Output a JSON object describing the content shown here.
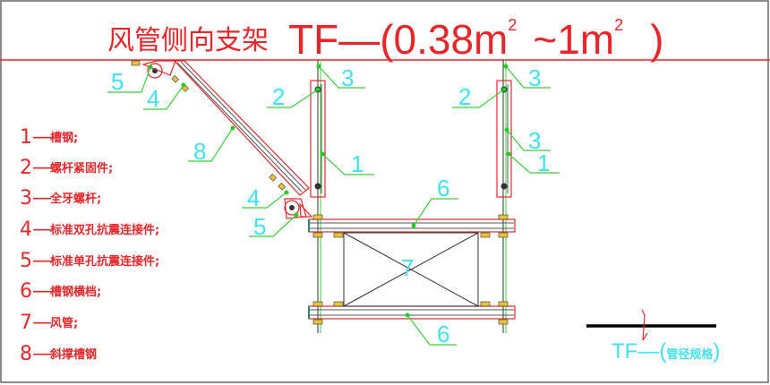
{
  "title": {
    "name": "风管侧向支架",
    "spec": "TF—(0.38m",
    "sup1": "2",
    "range": "~1m",
    "sup2": "2",
    "close": ")"
  },
  "legend": [
    {
      "num": "1—",
      "text": "槽钢;"
    },
    {
      "num": "2—",
      "text": "螺杆紧固件;"
    },
    {
      "num": "3—",
      "text": "全牙螺杆;"
    },
    {
      "num": "4—",
      "text": "标准双孔抗震连接件;"
    },
    {
      "num": "5—",
      "text": "标准单孔抗震连接件;"
    },
    {
      "num": "6—",
      "text": "槽钢横档;"
    },
    {
      "num": "7—",
      "text": "风管;"
    },
    {
      "num": "8—",
      "text": "斜撑槽钢"
    }
  ],
  "callouts": {
    "c5a": "5",
    "c4a": "4",
    "c8": "8",
    "c4b": "4",
    "c5b": "5",
    "c2l": "2",
    "c3l": "3",
    "c1l": "1",
    "c2r": "2",
    "c3r": "3",
    "c3r2": "3",
    "c1r": "1",
    "c6t": "6",
    "c7": "7",
    "c6b": "6"
  },
  "section_mark": {
    "prefix": "TF—(",
    "text": "管径规格",
    "suffix": ")"
  },
  "colors": {
    "title": "#e8262a",
    "callout": "#3fe3f0",
    "leader": "#3bd13b"
  }
}
